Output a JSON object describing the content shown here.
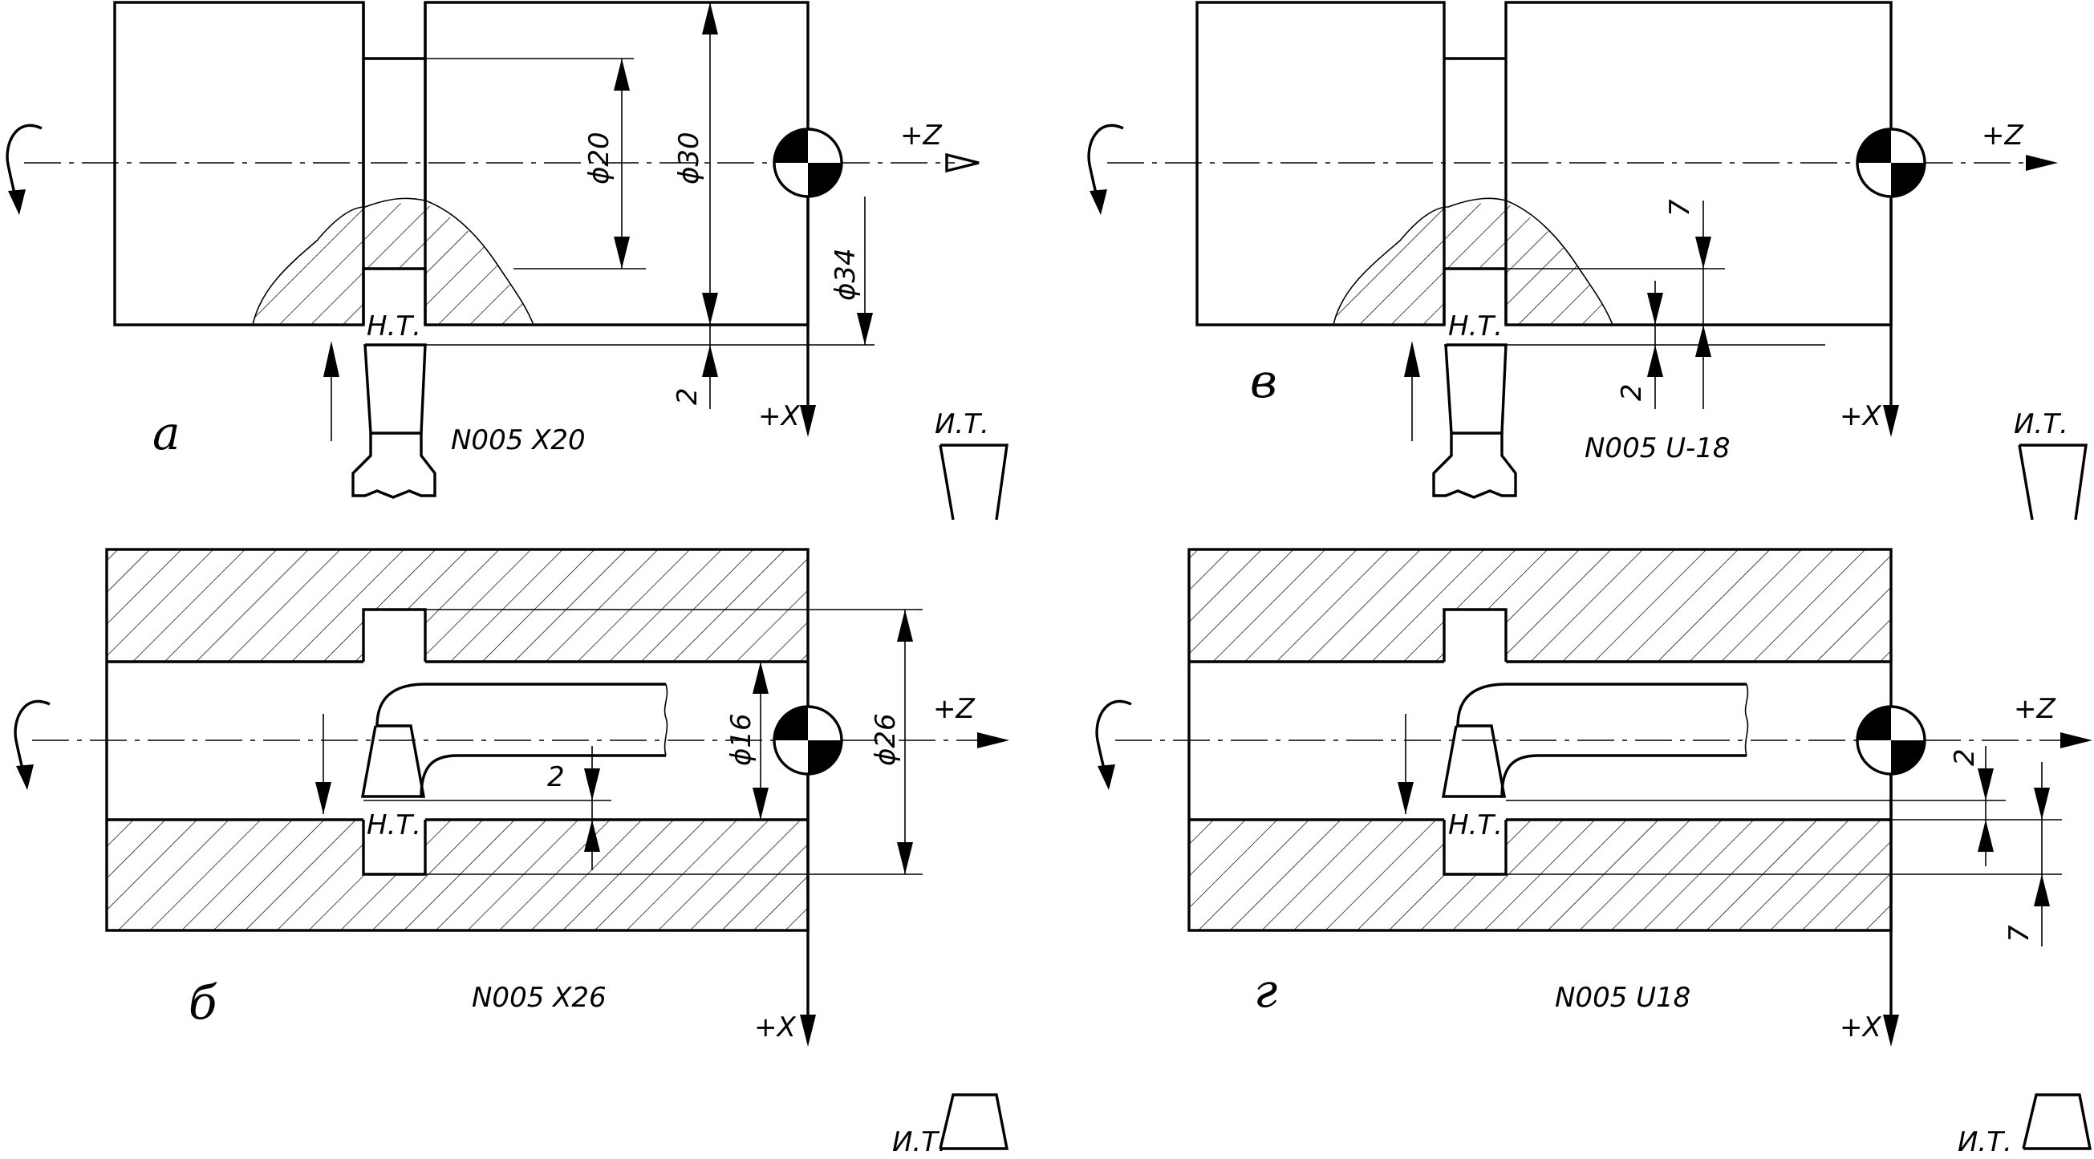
{
  "colors": {
    "line": "#000000",
    "background": "#ffffff"
  },
  "icons": [
    "rotation-arrow-icon",
    "program-zero-symbol-icon",
    "tool-icon"
  ],
  "labels": {
    "axis_z": "+Z",
    "axis_x": "+X",
    "start_point": "Н.Т.",
    "tool_point": "И.Т."
  },
  "panels": [
    {
      "letter": "а",
      "program": "N005 X20",
      "dims": {
        "d20": "ϕ20",
        "d30": "ϕ30",
        "d34": "ϕ34",
        "gap": "2"
      }
    },
    {
      "letter": "в",
      "program": "N005  U-18",
      "dims": {
        "step7": "7",
        "gap": "2"
      }
    },
    {
      "letter": "б",
      "program": "N005  X26",
      "dims": {
        "d16": "ϕ16",
        "d26": "ϕ26",
        "gap": "2"
      }
    },
    {
      "letter": "г",
      "program": "N005  U18",
      "dims": {
        "gap": "2",
        "step7": "7"
      }
    }
  ]
}
